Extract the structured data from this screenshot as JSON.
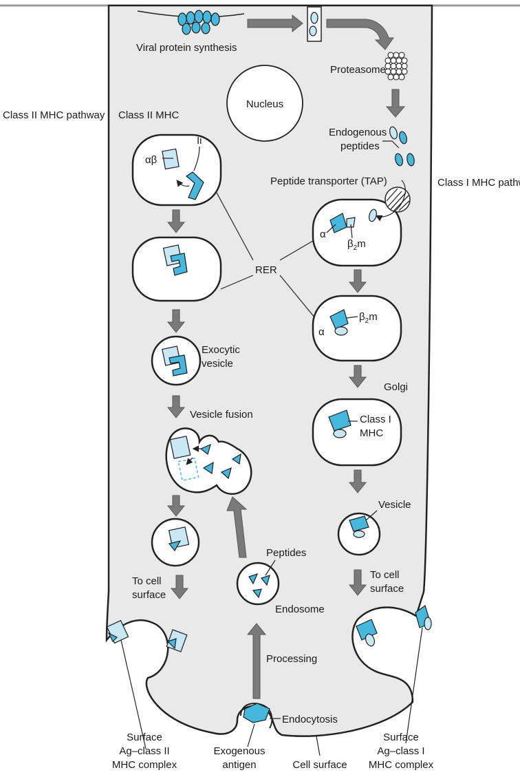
{
  "labels": {
    "viral_protein_synthesis": "Viral protein synthesis",
    "proteasome": "Proteasome",
    "nucleus": "Nucleus",
    "class_ii_pathway": "Class II MHC pathway",
    "class_i_pathway": "Class I MHC pathw",
    "class_ii_mhc": "Class II MHC",
    "alpha_beta": "αβ",
    "ii": "Ii",
    "endogenous_peptides_1": "Endogenous",
    "endogenous_peptides_2": "peptides",
    "tap": "Peptide transporter (TAP)",
    "alpha_1": "α",
    "b2m_1": "β",
    "b2m_sub": "2",
    "b2m_m": "m",
    "rer": "RER",
    "alpha_2": "α",
    "exocytic_1": "Exocytic",
    "exocytic_2": "vesicle",
    "golgi": "Golgi",
    "class_i_mhc_1": "Class I",
    "class_i_mhc_2": "MHC",
    "vesicle_fusion": "Vesicle fusion",
    "vesicle": "Vesicle",
    "peptides": "Peptides",
    "to_cell_surface_left_1": "To cell",
    "to_cell_surface_left_2": "surface",
    "to_cell_surface_right_1": "To cell",
    "to_cell_surface_right_2": "surface",
    "endosome": "Endosome",
    "processing": "Processing",
    "endocytosis": "Endocytosis",
    "surface_class_ii_1": "Surface",
    "surface_class_ii_2": "Ag–class II",
    "surface_class_ii_3": "MHC complex",
    "exogenous_1": "Exogenous",
    "exogenous_2": "antigen",
    "cell_surface": "Cell surface",
    "surface_class_i_1": "Surface",
    "surface_class_i_2": "Ag–class I",
    "surface_class_i_3": "MHC complex"
  },
  "colors": {
    "cytoplasm": "#e9e9e9",
    "accent_blue": "#47b8dd",
    "light_blue": "#c9e8f6",
    "arrow_gray": "#7a7a7a"
  }
}
